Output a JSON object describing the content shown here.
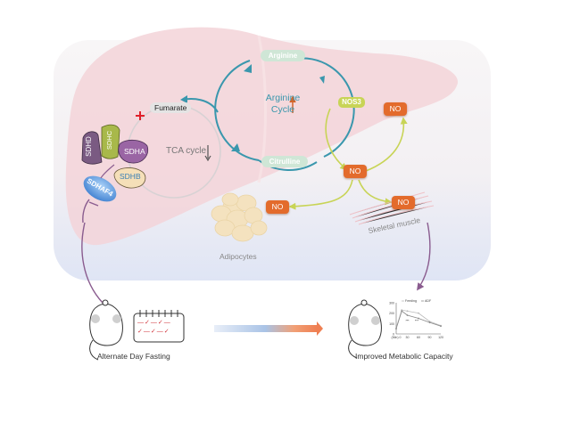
{
  "colors": {
    "liver": "#f4d6da",
    "panel_top": "#f6f3f5",
    "panel_bottom": "#e3e8f5",
    "arginine_cycle": "#3a97ad",
    "nos_arrows": "#c8d456",
    "no_box": "#e36b2c",
    "tca_circle": "#d8d2d4",
    "purple_arrow": "#8a5c8f",
    "inhibit_cross": "#e0202a"
  },
  "tca": {
    "label": "TCA cycle",
    "trend": "down",
    "trend_symbol": "↓",
    "metabolite": "Fumarate",
    "inhibition_mark": "+"
  },
  "sdh_complex": {
    "subunits": [
      {
        "name": "SDHD",
        "color": "#7a5a82"
      },
      {
        "name": "SDHC",
        "color": "#a8b84a"
      },
      {
        "name": "SDHA",
        "color": "#9a65a4"
      },
      {
        "name": "SDHB",
        "color": "#f5dfb8"
      },
      {
        "name": "SDHAF4",
        "color": "#4a8fd6"
      }
    ]
  },
  "arginine_cycle": {
    "title_line1": "Arginine",
    "title_line2": "Cycle",
    "trend": "up",
    "trend_symbol": "↑",
    "nodes": {
      "top": "Arginine",
      "bottom": "Citrulline"
    }
  },
  "nos": {
    "enzyme": "NOS3",
    "product": "NO"
  },
  "targets": {
    "adipocytes": "Adipocytes",
    "skeletal_muscle": "Skeletal muscle"
  },
  "bottom": {
    "left_caption": "Alternate Day Fasting",
    "right_caption": "Improved Metabolic Capacity",
    "calendar_marks": [
      "—",
      "✓",
      "—",
      "✓",
      "—",
      "✓",
      "—",
      "✓",
      "—",
      "✓"
    ]
  },
  "chart_data": {
    "type": "line",
    "title": "",
    "xlabel": "(Min)",
    "ylabel": "",
    "x": [
      0,
      15,
      30,
      60,
      90,
      120
    ],
    "xticks": [
      "(Min) 0",
      "30",
      "60",
      "90",
      "120"
    ],
    "yticks": [
      "0",
      "100",
      "200",
      "300"
    ],
    "ylim": [
      0,
      300
    ],
    "xlim": [
      0,
      120
    ],
    "legend": "top",
    "series": [
      {
        "name": "Feeding",
        "values": [
          60,
          230,
          220,
          200,
          120,
          80
        ]
      },
      {
        "name": "ADF",
        "values": [
          50,
          220,
          180,
          150,
          110,
          75
        ]
      }
    ],
    "annotations": [
      "***",
      "***"
    ]
  }
}
